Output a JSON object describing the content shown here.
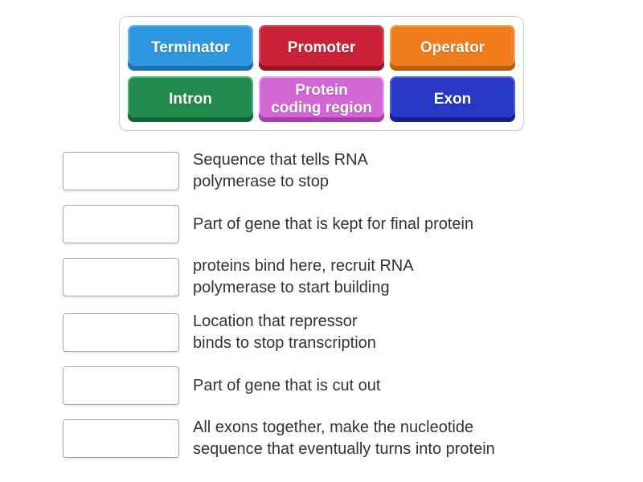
{
  "tray": {
    "tiles": [
      {
        "label": "Terminator",
        "base": "#2E97DF",
        "light": "#64B9EE",
        "dark": "#1B6FAE"
      },
      {
        "label": "Promoter",
        "base": "#CB2137",
        "light": "#DD5265",
        "dark": "#981526"
      },
      {
        "label": "Operator",
        "base": "#EF7D1B",
        "light": "#F6A95D",
        "dark": "#BC5E09"
      },
      {
        "label": "Intron",
        "base": "#218A4C",
        "light": "#41BD76",
        "dark": "#14643A"
      },
      {
        "label": "Protein\ncoding region",
        "base": "#D266D4",
        "light": "#E6A3E8",
        "dark": "#A83FAE"
      },
      {
        "label": "Exon",
        "base": "#2638C4",
        "light": "#5160D8",
        "dark": "#161F8F"
      }
    ]
  },
  "matches": [
    {
      "clue": "Sequence that tells RNA\npolymerase to stop"
    },
    {
      "clue": "Part of gene that is kept for final protein"
    },
    {
      "clue": "proteins bind here, recruit RNA\npolymerase to start building"
    },
    {
      "clue": "Location that repressor\nbinds to stop transcription"
    },
    {
      "clue": "Part of gene that is cut out"
    },
    {
      "clue": "All exons together, make the nucleotide\nsequence that eventually turns into protein"
    }
  ]
}
